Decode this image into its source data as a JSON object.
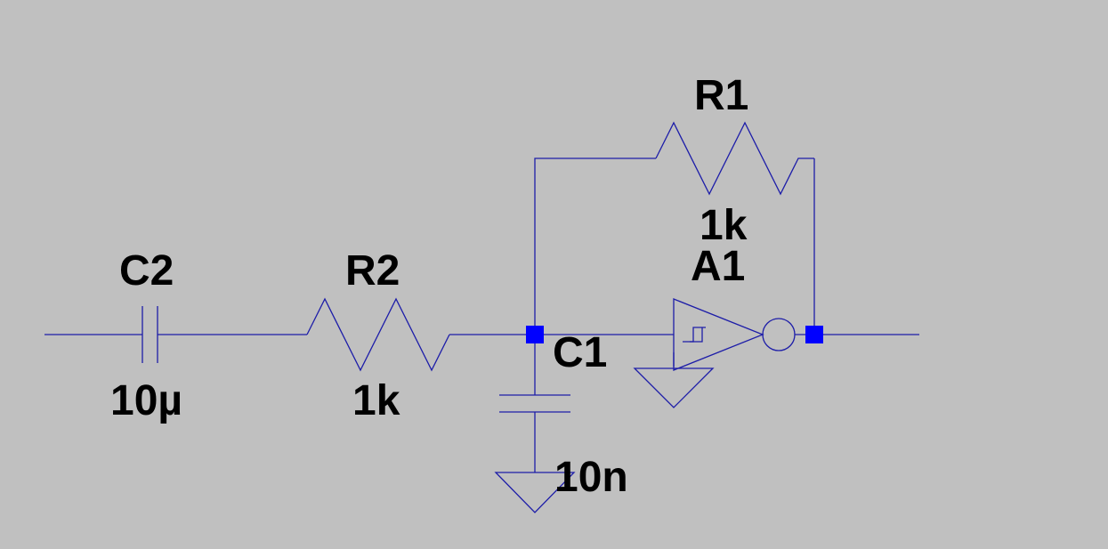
{
  "schematic": {
    "background_color": "#c0c0c0",
    "wire_color": "#1d1da8",
    "node_color": "#0000ff",
    "label_color": "#000000",
    "components": {
      "C2": {
        "name": "C2",
        "value": "10µ",
        "type": "capacitor"
      },
      "R2": {
        "name": "R2",
        "value": "1k",
        "type": "resistor"
      },
      "C1": {
        "name": "C1",
        "value": "10n",
        "type": "capacitor"
      },
      "R1": {
        "name": "R1",
        "value": "1k",
        "type": "resistor"
      },
      "A1": {
        "name": "A1",
        "type": "schmitt-trigger-inverter"
      }
    }
  }
}
